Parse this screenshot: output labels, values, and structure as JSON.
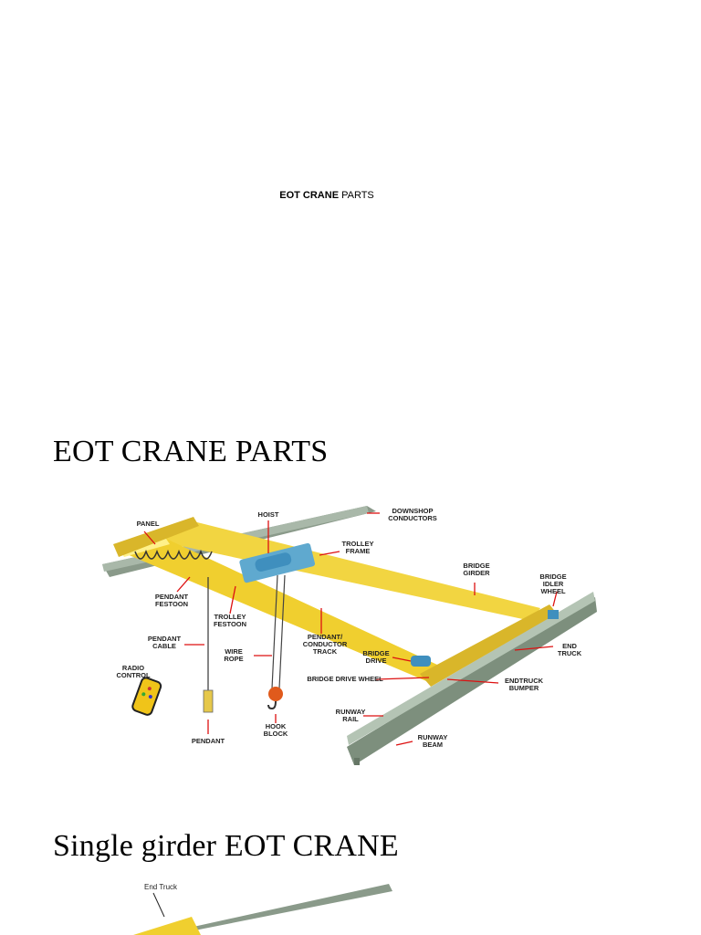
{
  "cover": {
    "title_bold": "EOT CRANE",
    "title_rest": " PARTS"
  },
  "section1": {
    "heading": "EOT CRANE PARTS",
    "diagram_labels": {
      "panel": "PANEL",
      "hoist": "HOIST",
      "downshop_1": "DOWNSHOP",
      "downshop_2": "CONDUCTORS",
      "trolley_frame_1": "TROLLEY",
      "trolley_frame_2": "FRAME",
      "bridge_girder_1": "BRIDGE",
      "bridge_girder_2": "GIRDER",
      "idler_1": "BRIDGE",
      "idler_2": "IDLER",
      "idler_3": "WHEEL",
      "pendant_festoon_1": "PENDANT",
      "pendant_festoon_2": "FESTOON",
      "trolley_festoon_1": "TROLLEY",
      "trolley_festoon_2": "FESTOON",
      "conductor_1": "PENDANT/",
      "conductor_2": "CONDUCTOR",
      "conductor_3": "TRACK",
      "pendant_cable_1": "PENDANT",
      "pendant_cable_2": "CABLE",
      "wire_rope_1": "WIRE",
      "wire_rope_2": "ROPE",
      "bridge_drive_1": "BRIDGE",
      "bridge_drive_2": "DRIVE",
      "end_truck_1": "END",
      "end_truck_2": "TRUCK",
      "radio_1": "RADIO",
      "radio_2": "CONTROL",
      "drive_wheel": "BRIDGE DRIVE WHEEL",
      "bumper_1": "ENDTRUCK",
      "bumper_2": "BUMPER",
      "runway_rail_1": "RUNWAY",
      "runway_rail_2": "RAIL",
      "hook_1": "HOOK",
      "hook_2": "BLOCK",
      "pendant": "PENDANT",
      "runway_beam_1": "RUNWAY",
      "runway_beam_2": "BEAM"
    }
  },
  "section2": {
    "heading": "Single girder EOT CRANE",
    "diagram_labels": {
      "end_truck": "End Truck"
    }
  }
}
